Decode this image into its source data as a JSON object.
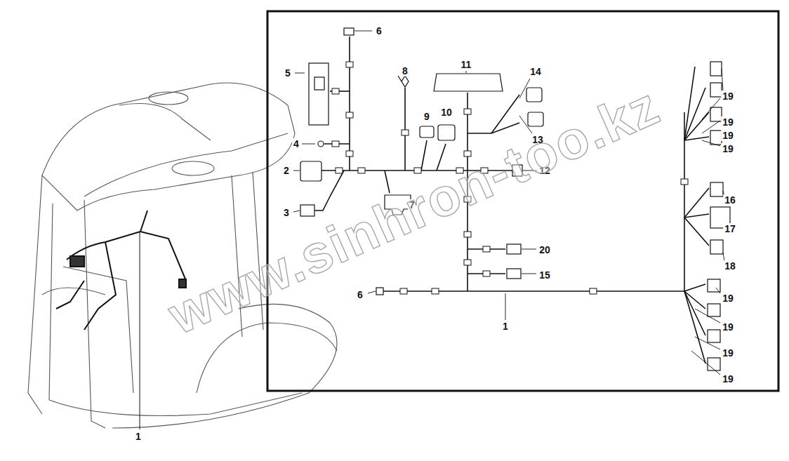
{
  "diagram": {
    "labels": [
      "6",
      "5",
      "8",
      "11",
      "14",
      "19",
      "19",
      "19",
      "19",
      "9",
      "10",
      "13",
      "4",
      "2",
      "12",
      "3",
      "7",
      "16",
      "17",
      "18",
      "20",
      "15",
      "6",
      "1",
      "19",
      "19",
      "19",
      "19",
      "1",
      "www.sinhron-too.kz"
    ]
  }
}
